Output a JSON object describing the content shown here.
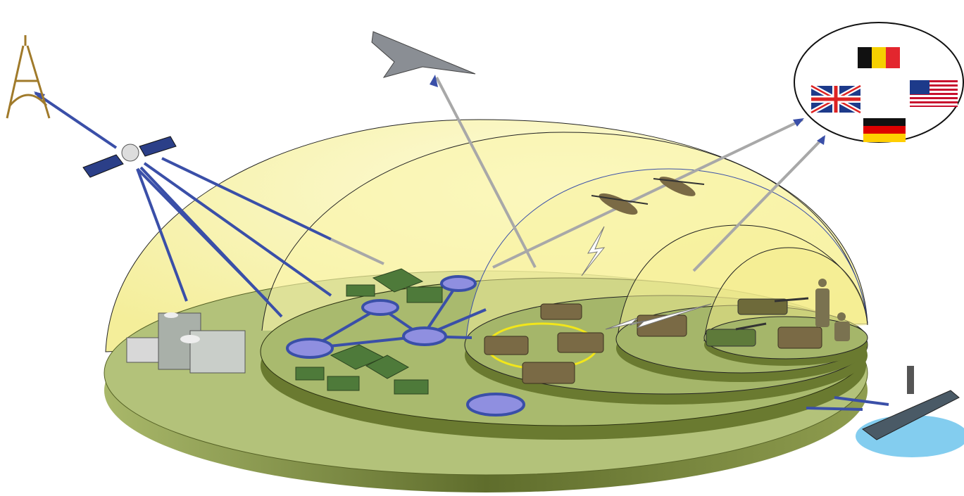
{
  "colors": {
    "dome_fill": "#fbf7b4",
    "disc_top": "#b5c47c",
    "disc_side": "#6f7f3a",
    "link_blue": "#3a4fa8",
    "link_grey": "#a8a8a8",
    "node_fill": "#8f8fe0",
    "yellow_ring": "#f2e61a"
  },
  "icons": [
    "eiffel-tower-icon",
    "satellite-icon",
    "fighter-jet-icon",
    "allied-flags-icon",
    "helicopter-icon",
    "command-building-icon",
    "military-truck-icon",
    "armored-vehicle-icon",
    "tank-icon",
    "soldier-icon",
    "aircraft-carrier-icon",
    "lightning-icon"
  ],
  "flags": [
    "belgium",
    "united-kingdom",
    "united-states",
    "germany"
  ]
}
